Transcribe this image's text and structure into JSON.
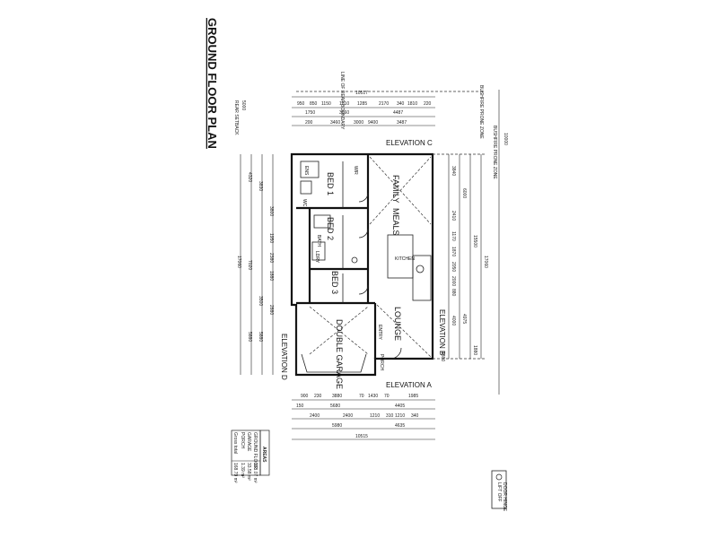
{
  "title": "GROUND FLOOR PLAN",
  "boundary": {
    "top_label": "LINE OF REAR BOUNDARY",
    "bushfire_a": "BUSHFIRE PRONE ZONE",
    "bushfire_b": "BUSHFIRE PRONE ZONE",
    "bushfire_dim": "10000",
    "rear_setback": "REAR SETBACK",
    "rear_setback_dim": "5000"
  },
  "elevations": {
    "a": "ELEVATION A",
    "b": "ELEVATION B",
    "c": "ELEVATION C",
    "d": "ELEVATION D"
  },
  "rooms": {
    "bed1": "BED 1",
    "bed2": "BED 2",
    "bed3": "BED 3",
    "family": "FAMILY",
    "meals": "MEALS",
    "kitchen": "KITCHEN",
    "lounge": "LOUNGE",
    "garage": "DOUBLE GARAGE",
    "wc": "WC",
    "bath": "BATH",
    "ldry": "LDRY",
    "ens": "ENS",
    "wir": "WIR",
    "porch": "PORCH",
    "entry": "ENTRY"
  },
  "dims_top": {
    "overall": "10517",
    "row1": [
      "950",
      "850",
      "1150",
      "1810",
      "1285",
      "2170",
      "340",
      "1810",
      "220"
    ],
    "row2": [
      "1750",
      "3660",
      "4487"
    ],
    "row3": [
      "200",
      "3460",
      "3000",
      "9400",
      "3487"
    ]
  },
  "dims_bottom": {
    "row1": [
      "900",
      "230",
      "3880",
      "70",
      "1430",
      "70",
      "1985"
    ],
    "row2": [
      "150",
      "5680",
      "4405"
    ],
    "row3": [
      "2400",
      "2400",
      "1210",
      "310",
      "1210",
      "340"
    ],
    "row4": [
      "5980",
      "4635"
    ],
    "overall": "10515"
  },
  "dims_left": {
    "outer": "17060",
    "groups": [
      "4320",
      "3830",
      "7020",
      "5880"
    ],
    "inner": [
      "3800",
      "1950",
      "2380",
      "1880",
      "3500",
      "2880",
      "5880"
    ]
  },
  "dims_right": {
    "outer": "17060",
    "inner": [
      "15500",
      "6000",
      "4975",
      "1880"
    ],
    "detail": [
      "3840",
      "2410",
      "1170",
      "1870",
      "2050",
      "2000",
      "880",
      "1880",
      "4000"
    ]
  },
  "areas": {
    "heading": "AREAS",
    "rows": [
      {
        "label": "GROUND FLOOR",
        "value": "133.07 m²"
      },
      {
        "label": "GARAGE",
        "value": "33.58 m²"
      },
      {
        "label": "PORCH",
        "value": "1.39 m²"
      },
      {
        "label": "Gross total",
        "value": "168.79 m²"
      }
    ]
  },
  "key_note": [
    "LIFT OFF",
    "DOOR HINGE"
  ]
}
